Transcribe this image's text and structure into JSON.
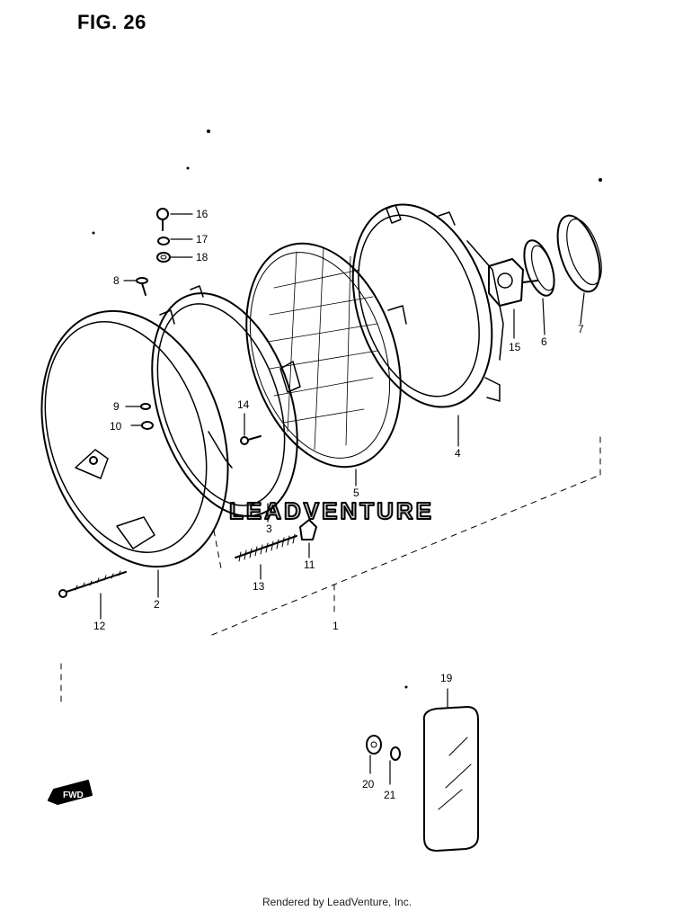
{
  "figure": {
    "title": "FIG. 26",
    "footer": "Rendered by LeadVenture, Inc.",
    "watermark": "LEADVENTURE",
    "direction_marker": "FWD"
  },
  "callouts": [
    "1",
    "2",
    "3",
    "4",
    "5",
    "6",
    "7",
    "8",
    "9",
    "10",
    "11",
    "12",
    "13",
    "14",
    "15",
    "16",
    "17",
    "18",
    "19",
    "20",
    "21"
  ]
}
